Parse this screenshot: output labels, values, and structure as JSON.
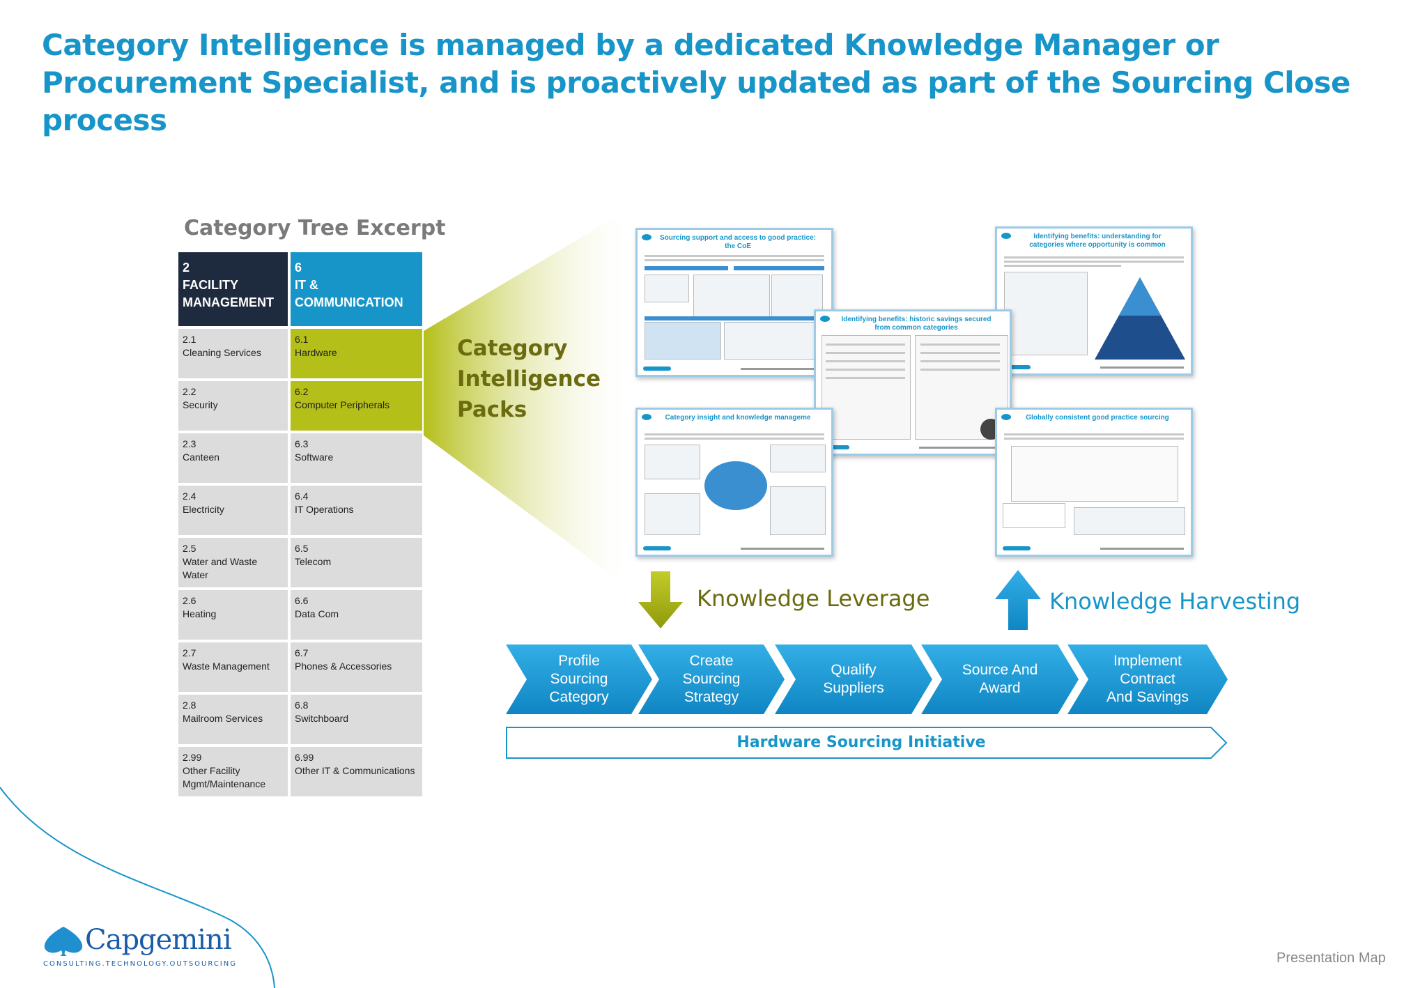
{
  "title": "Category Intelligence is managed by a dedicated Knowledge Manager or Procurement Specialist, and is proactively updated as part of the Sourcing Close process",
  "category_tree": {
    "caption": "Category Tree Excerpt",
    "headers": [
      {
        "num": "2",
        "name_line1": "FACILITY",
        "name_line2": "MANAGEMENT"
      },
      {
        "num": "6",
        "name_line1": "IT &",
        "name_line2": "COMMUNICATION"
      }
    ],
    "rows": [
      {
        "left_num": "2.1",
        "left_name": "Cleaning Services",
        "right_num": "6.1",
        "right_name": "Hardware",
        "highlight": true
      },
      {
        "left_num": "2.2",
        "left_name": "Security",
        "right_num": "6.2",
        "right_name": "Computer Peripherals",
        "highlight": true
      },
      {
        "left_num": "2.3",
        "left_name": "Canteen",
        "right_num": "6.3",
        "right_name": "Software",
        "highlight": false
      },
      {
        "left_num": "2.4",
        "left_name": "Electricity",
        "right_num": "6.4",
        "right_name": "IT Operations",
        "highlight": false
      },
      {
        "left_num": "2.5",
        "left_name": "Water and Waste Water",
        "right_num": "6.5",
        "right_name": "Telecom",
        "highlight": false
      },
      {
        "left_num": "2.6",
        "left_name": "Heating",
        "right_num": "6.6",
        "right_name": "Data Com",
        "highlight": false
      },
      {
        "left_num": "2.7",
        "left_name": "Waste Management",
        "right_num": "6.7",
        "right_name": "Phones & Accessories",
        "highlight": false
      },
      {
        "left_num": "2.8",
        "left_name": "Mailroom Services",
        "right_num": "6.8",
        "right_name": "Switchboard",
        "highlight": false
      },
      {
        "left_num": "2.99",
        "left_name": "Other Facility Mgmt/Maintenance",
        "right_num": "6.99",
        "right_name": "Other IT & Communications",
        "highlight": false
      }
    ]
  },
  "packs_label": {
    "line1": "Category",
    "line2": "Intelligence",
    "line3": "Packs"
  },
  "packs": [
    {
      "title": "Sourcing support and access to good practice: the CoE"
    },
    {
      "title": "Identifying benefits: understanding for categories where opportunity is common"
    },
    {
      "title": "Identifying benefits: historic savings secured from common categories"
    },
    {
      "title": "Category insight and knowledge manageme"
    },
    {
      "title": "Globally consistent good practice sourcing"
    }
  ],
  "knowledge_leverage": "Knowledge Leverage",
  "knowledge_harvesting": "Knowledge Harvesting",
  "process_steps": [
    {
      "line1": "Profile",
      "line2": "Sourcing",
      "line3": "Category"
    },
    {
      "line1": "Create",
      "line2": "Sourcing",
      "line3": "Strategy"
    },
    {
      "line1": "Qualify",
      "line2": "Suppliers",
      "line3": ""
    },
    {
      "line1": "Source And",
      "line2": "Award",
      "line3": ""
    },
    {
      "line1": "Implement",
      "line2": "Contract",
      "line3": "And Savings"
    }
  ],
  "initiative": "Hardware Sourcing Initiative",
  "logo": {
    "wordmark": "Capgemini",
    "tagline": "CONSULTING.TECHNOLOGY.OUTSOURCING"
  },
  "footer_link": "Presentation Map",
  "colors": {
    "accent_blue": "#1795c9",
    "dark_navy": "#1e2a3d",
    "olive_green": "#b5bf1a",
    "olive_text": "#6b6b10",
    "gray_cell": "#dcdcdc"
  }
}
